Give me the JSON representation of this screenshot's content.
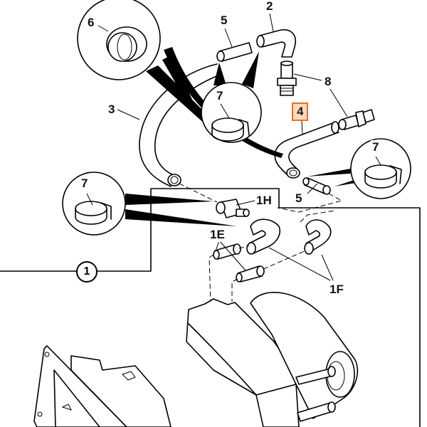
{
  "diagram": {
    "title": "Heater hose and fittings exploded view",
    "highlight_color": "#f07022",
    "highlight_fill": "#fcd9c3",
    "callouts": [
      {
        "id": "c1",
        "label": "1",
        "style": "circled"
      },
      {
        "id": "c1e",
        "label": "1E"
      },
      {
        "id": "c1f",
        "label": "1F"
      },
      {
        "id": "c1h",
        "label": "1H"
      },
      {
        "id": "c2",
        "label": "2"
      },
      {
        "id": "c3",
        "label": "3"
      },
      {
        "id": "c4",
        "label": "4",
        "highlighted": true
      },
      {
        "id": "c5a",
        "label": "5"
      },
      {
        "id": "c5b",
        "label": "5"
      },
      {
        "id": "c6",
        "label": "6"
      },
      {
        "id": "c7a",
        "label": "7"
      },
      {
        "id": "c7b",
        "label": "7"
      },
      {
        "id": "c7c",
        "label": "7"
      },
      {
        "id": "c8",
        "label": "8"
      }
    ]
  }
}
